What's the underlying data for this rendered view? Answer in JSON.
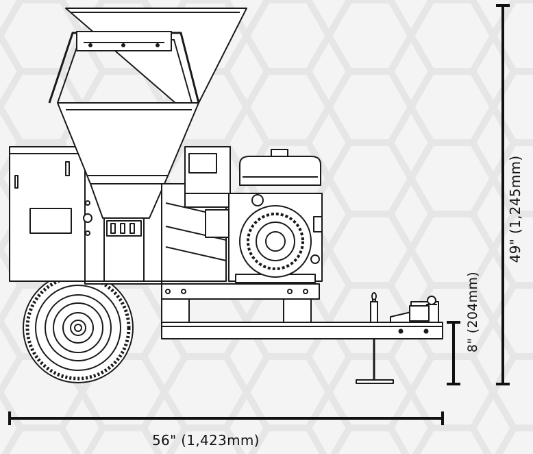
{
  "dimensions": {
    "width_label": "56\" (1,423mm)",
    "height_label": "49\" (1,245mm)",
    "leg_height_label": "8\" (204mm)"
  },
  "colors": {
    "background": "#f4f4f4",
    "hex_pattern": "#e9e9e9",
    "line": "#1a1a1a",
    "body_fill": "#ffffff"
  }
}
